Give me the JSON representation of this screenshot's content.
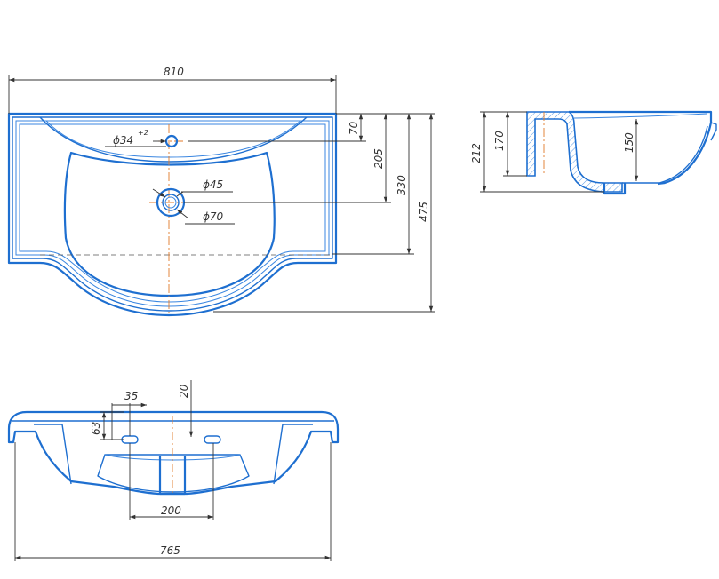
{
  "dimensions": {
    "top_width": "810",
    "right_70": "70",
    "right_205": "205",
    "right_330": "330",
    "right_475": "475",
    "hole_small": "ϕ34",
    "hole_small_tol": "+2",
    "drain_inner": "ϕ45",
    "drain_outer": "ϕ70",
    "side_212": "212",
    "side_170": "170",
    "side_150": "150",
    "front_35": "35",
    "front_20": "20",
    "front_63": "63",
    "front_200": "200",
    "front_765": "765"
  },
  "colors": {
    "outline": "#1e6fd0",
    "dimension": "#333333",
    "centerline": "#e07a2a"
  }
}
